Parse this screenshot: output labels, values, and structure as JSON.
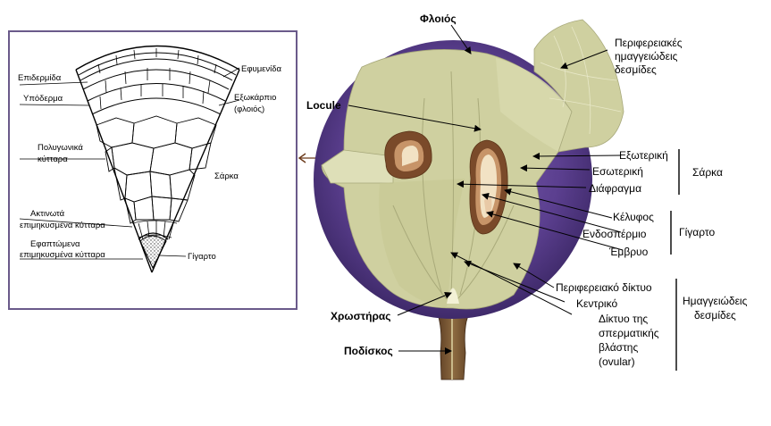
{
  "inset": {
    "epidermis": "Επιδερμίδα",
    "cuticle": "Εφυμενίδα",
    "hypodermis": "Υπόδερμα",
    "exocarp_line1": "Εξωκάρπιο",
    "exocarp_line2": "(φλοιός)",
    "polygonal_line1": "Πολυγωνικά",
    "polygonal_line2": "κύτταρα",
    "flesh": "Σάρκα",
    "radial_line1": "Ακτινωτά",
    "radial_line2": "επιμηκυσμένα κύτταρα",
    "tangential_line1": "Εφαπτώμενα",
    "tangential_line2": "επιμηκυσμένα κύτταρα",
    "seed": "Γίγαρτο"
  },
  "labels": {
    "skin": "Φλοιός",
    "peripheral_bundles_1": "Περιφερειακές",
    "peripheral_bundles_2": "ημαγγειώδεις",
    "peripheral_bundles_3": "δεσμίδες",
    "locule": "Locule",
    "outer": "Εξωτερική",
    "inner": "Εσωτερική",
    "septum": "Διάφραγμα",
    "flesh_group": "Σάρκα",
    "seed_coat": "Κέλυφος",
    "endosperm": "Ενδοσπέρμιο",
    "embryo": "Έμβρυο",
    "seed_group": "Γίγαρτο",
    "peripheral_network": "Περιφερειακό δίκτυο",
    "central": "Κεντρικό",
    "ovular_1": "Δίκτυο της",
    "ovular_2": "σπερματικής",
    "ovular_3": "βλάστης",
    "ovular_4": "(ovular)",
    "vascular_group_1": "Ημαγγειώδεις",
    "vascular_group_2": "δεσμίδες",
    "brush": "Χρωστήρας",
    "pedicel": "Ποδίσκος"
  },
  "colors": {
    "skin_purple": "#5b3f8f",
    "flesh_green": "#cfd0a0",
    "flesh_light": "#dedfb8",
    "seed_brown": "#7a4a2a",
    "endosperm_tan": "#e8c9a6",
    "pedicel_brown": "#6b4a2e",
    "frame_purple": "#6a5a8a"
  }
}
